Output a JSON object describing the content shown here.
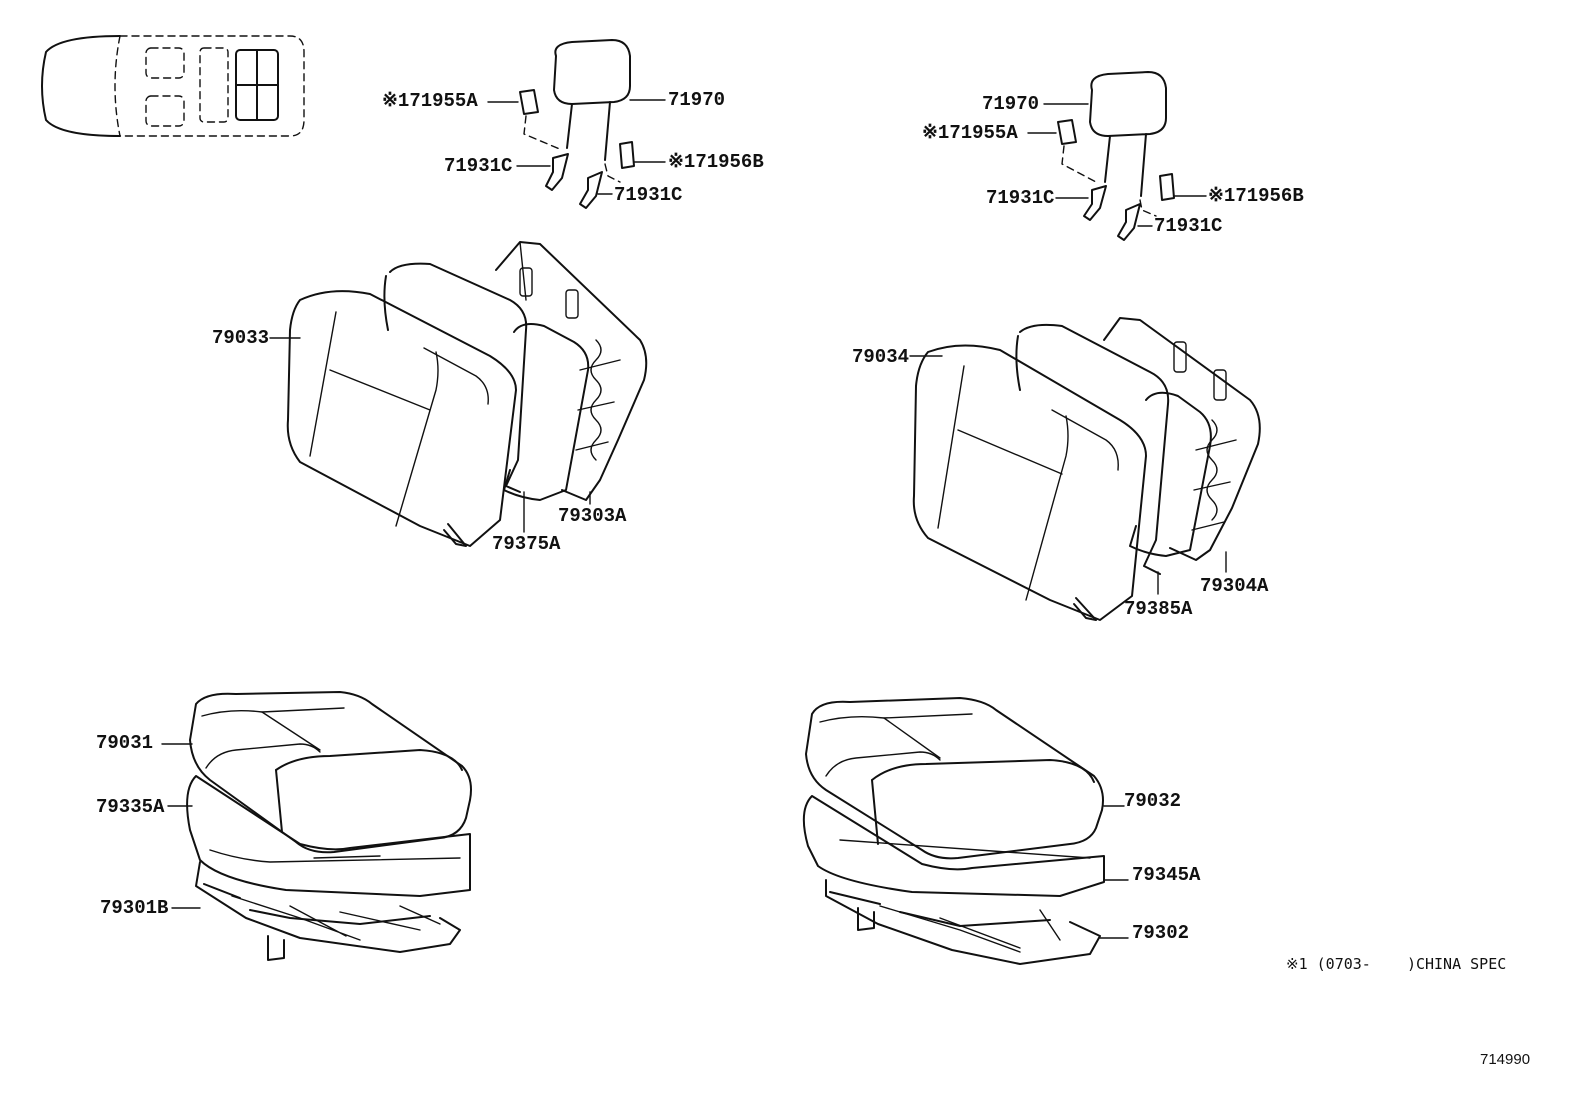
{
  "labels": {
    "l_171955a": "※171955A",
    "l_71970": "71970",
    "l_71931c_a": "71931C",
    "l_171956b": "※171956B",
    "l_71931c_b": "71931C",
    "r_71970": "71970",
    "r_171955a": "※171955A",
    "r_71931c_a": "71931C",
    "r_171956b": "※171956B",
    "r_71931c_b": "71931C",
    "p79033": "79033",
    "p79375a": "79375A",
    "p79303a": "79303A",
    "p79034": "79034",
    "p79385a": "79385A",
    "p79304a": "79304A",
    "p79031": "79031",
    "p79335a": "79335A",
    "p79301b": "79301B",
    "p79032": "79032",
    "p79345a": "79345A",
    "p79302": "79302"
  },
  "footnote": "※1 (0703-    )CHINA SPEC",
  "diagram_code": "714990"
}
